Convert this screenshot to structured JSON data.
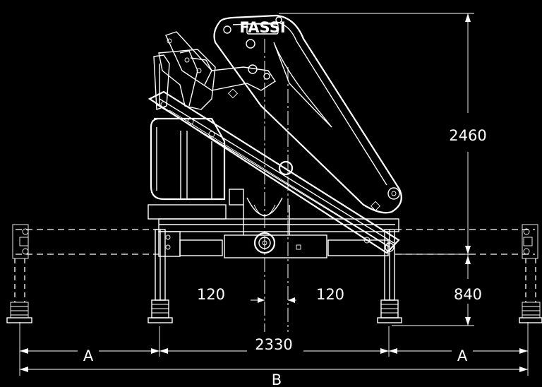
{
  "brand": {
    "logo_text": "FASSI"
  },
  "dimensions": {
    "height_total": "2460",
    "height_base": "840",
    "offset_left": "120",
    "offset_right": "120",
    "width_base": "2330",
    "extension_left": "A",
    "extension_right": "A",
    "overall_width": "B"
  },
  "colors": {
    "background": "#000000",
    "lines": "#ffffff"
  }
}
